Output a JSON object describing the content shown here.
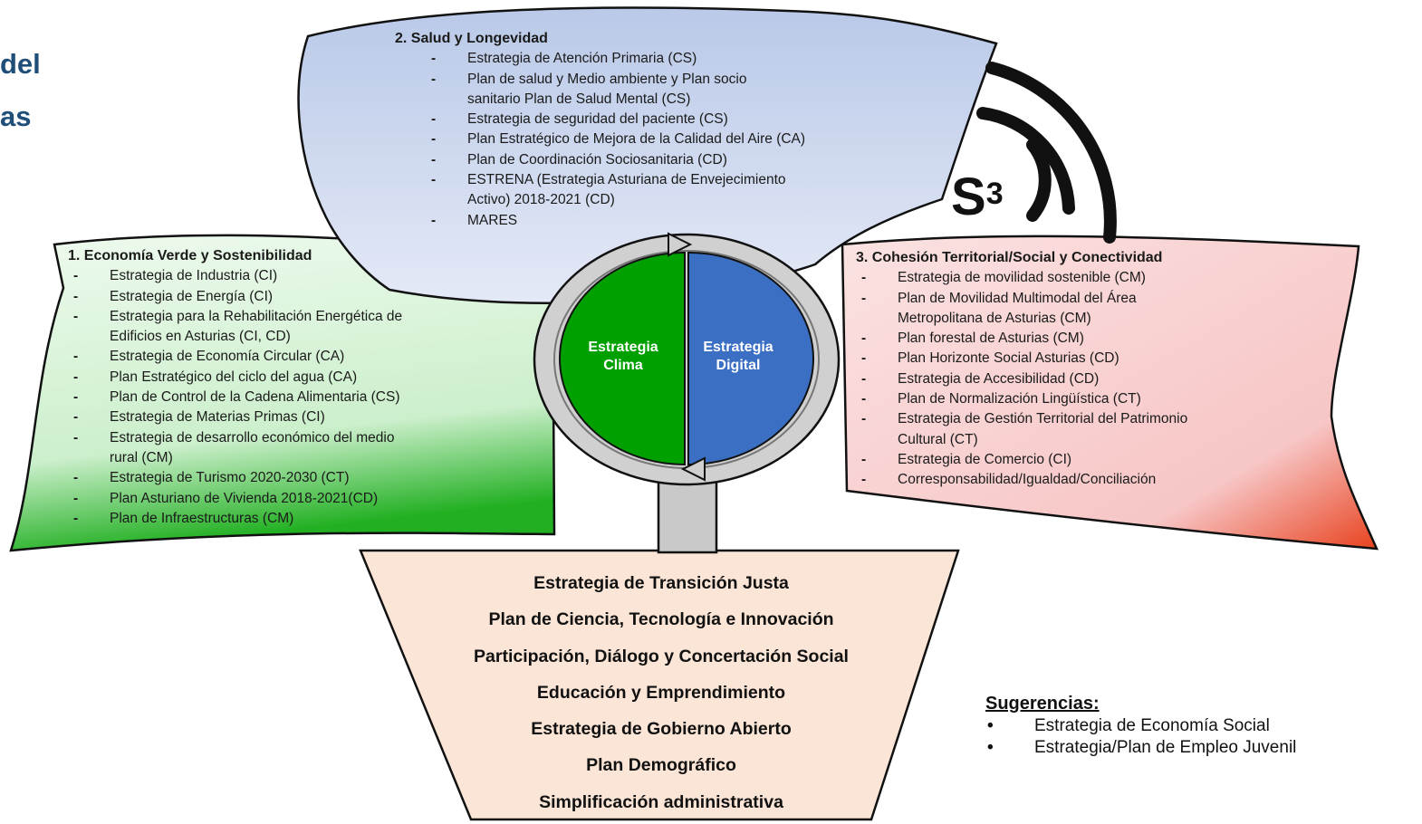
{
  "cut_title": [
    "del",
    "as"
  ],
  "salud": {
    "title": "2. Salud y Longevidad",
    "items": [
      "Estrategia de Atención Primaria (CS)",
      "Plan de salud  y Medio ambiente y Plan socio\nsanitario Plan de Salud Mental (CS)",
      "Estrategia de seguridad del paciente (CS)",
      "Plan Estratégico de Mejora de la Calidad del Aire (CA)",
      "Plan de Coordinación Sociosanitaria (CD)",
      "ESTRENA (Estrategia Asturiana de Envejecimiento\nActivo) 2018-2021 (CD)",
      "MARES"
    ]
  },
  "economia": {
    "title": "1. Economía Verde y Sostenibilidad",
    "items": [
      "Estrategia de Industria (CI)",
      "Estrategia de Energía (CI)",
      "Estrategia para la Rehabilitación Energética de\nEdificios en Asturias (CI, CD)",
      "Estrategia de Economía Circular (CA)",
      "Plan Estratégico del ciclo del agua (CA)",
      "Plan de Control de la  Cadena Alimentaria (CS)",
      "Estrategia de Materias Primas (CI)",
      "Estrategia de desarrollo económico del medio\nrural (CM)",
      "Estrategia de Turismo 2020-2030 (CT)",
      "Plan Asturiano de Vivienda 2018-2021(CD)",
      "Plan de Infraestructuras (CM)"
    ]
  },
  "cohesion": {
    "title": "3. Cohesión Territorial/Social y Conectividad",
    "items": [
      "Estrategia de movilidad sostenible (CM)",
      "Plan de Movilidad Multimodal del Área\nMetropolitana de Asturias (CM)",
      "Plan forestal de Asturias (CM)",
      "Plan Horizonte Social Asturias (CD)",
      "Estrategia de Accesibilidad (CD)",
      "Plan de Normalización Lingüística (CT)",
      "Estrategia de Gestión Territorial del Patrimonio\nCultural (CT)",
      "Estrategia de Comercio (CI)",
      "Corresponsabilidad/Igualdad/Conciliación"
    ]
  },
  "center": {
    "left_label": "Estrategia\nClima",
    "right_label": "Estrategia\nDigital",
    "left_color": "#00a000",
    "right_color": "#3a6fc4"
  },
  "s3": {
    "base": "S",
    "exp": "3"
  },
  "funnel": {
    "items": [
      "Estrategia de Transición Justa",
      "Plan de Ciencia, Tecnología e Innovación",
      "Participación, Diálogo y Concertación Social",
      "Educación y Emprendimiento",
      "Estrategia de Gobierno Abierto",
      "Plan Demográfico",
      "Simplificación administrativa"
    ]
  },
  "sugerencias": {
    "title": "Sugerencias:",
    "items": [
      "Estrategia de Economía Social",
      "Estrategia/Plan de Empleo Juvenil"
    ]
  },
  "colors": {
    "salud_fill": "#d6deef",
    "economia_fill": "#d9f3d9",
    "cohesion_fill": "#f9d2d2",
    "funnel_fill": "#fbe5d6",
    "title_blue": "#1f4e79"
  }
}
